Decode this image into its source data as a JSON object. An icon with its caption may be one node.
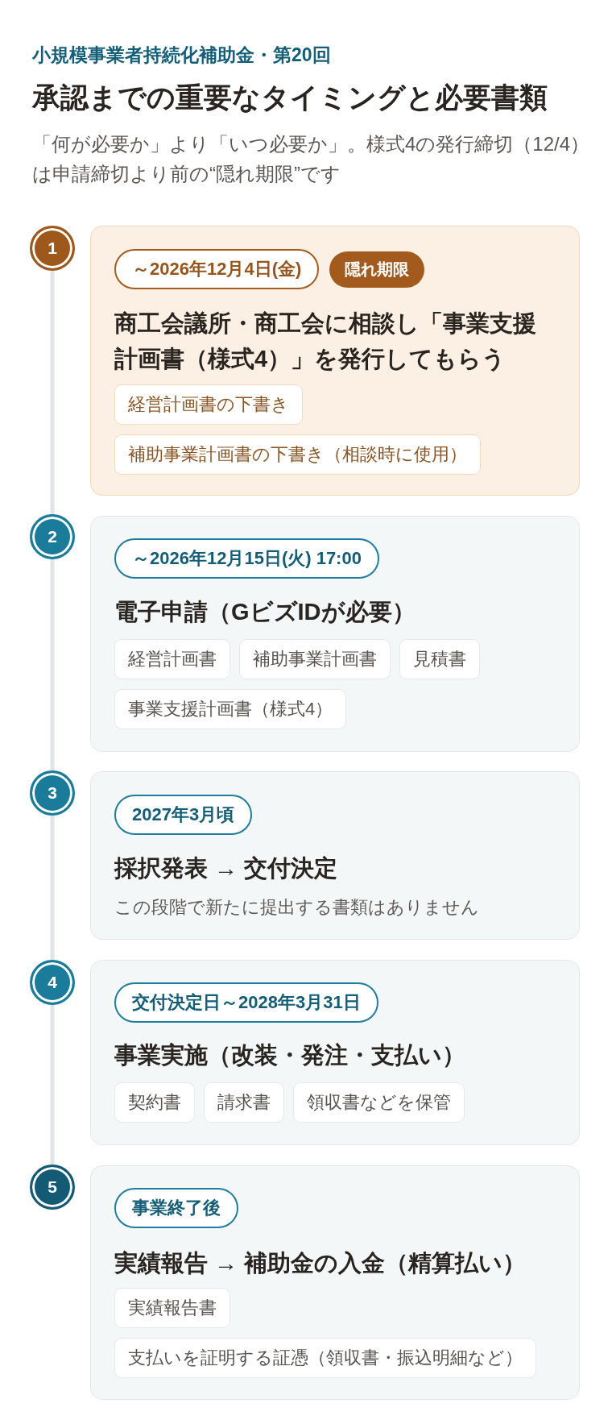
{
  "diagram": {
    "title": "承認までの重要なタイミングと必要書類",
    "nodes": [
      {
        "text": [
          "1"
        ]
      },
      {
        "text": [
          "商工会議所・商工会に相談し「事業支援計画書（様式4）」を発行してもらう"
        ]
      },
      {
        "text": [
          "～2026年12月4日(金)"
        ],
        "in": 1
      },
      {
        "text": [
          "隠れ期限"
        ],
        "in": 1
      },
      {
        "text": [
          "経営計画書の下書き"
        ],
        "in": 1
      },
      {
        "text": [
          "補助事業計画書の下書き（相談時に使用）"
        ],
        "in": 1
      },
      {
        "text": [
          "2"
        ]
      },
      {
        "text": [
          "電子申請（GビズIDが必要）"
        ]
      },
      {
        "text": [
          "～2026年12月15日(火) 17:00"
        ],
        "in": 7
      },
      {
        "text": [
          "経営計画書"
        ],
        "in": 7
      },
      {
        "text": [
          "補助事業計画書"
        ],
        "in": 7
      },
      {
        "text": [
          "見積書"
        ],
        "in": 7
      },
      {
        "text": [
          "事業支援計画書（様式4）"
        ],
        "in": 7
      },
      {
        "text": [
          "3"
        ]
      },
      {
        "text": [
          "採択発表 → 交付決定",
          "この段階で新たに提出する書類はありません"
        ]
      },
      {
        "text": [
          "2027年3月頃"
        ],
        "in": 14
      },
      {
        "text": [
          "4"
        ]
      },
      {
        "text": [
          "事業実施（改装・発注・支払い）"
        ]
      },
      {
        "text": [
          "交付決定日～2028年3月31日"
        ],
        "in": 17
      },
      {
        "text": [
          "契約書"
        ],
        "in": 17
      },
      {
        "text": [
          "請求書"
        ],
        "in": 17
      },
      {
        "text": [
          "領収書などを保管"
        ],
        "in": 17
      },
      {
        "text": [
          "5"
        ]
      },
      {
        "text": [
          "実績報告 → 補助金の入金（精算払い）"
        ]
      },
      {
        "text": [
          "事業終了後"
        ],
        "in": 23
      },
      {
        "text": [
          "実績報告書"
        ],
        "in": 23
      },
      {
        "text": [
          "支払いを証明する証憑（領収書・振込明細など）"
        ],
        "in": 23
      }
    ],
    "edges": [
      {
        "from": 0,
        "to": 6,
        "arrow": "none"
      },
      {
        "from": 6,
        "to": 13,
        "arrow": "none"
      },
      {
        "from": 13,
        "to": 16,
        "arrow": "none"
      },
      {
        "from": 16,
        "to": 22,
        "arrow": "none"
      }
    ],
    "labels": [
      "小規模事業者持続化補助金・第20回",
      "「何が必要か」より「いつ必要か」。様式4の発行締切（12/4）は申請締切より前の“隠れ期限”です"
    ]
  }
}
